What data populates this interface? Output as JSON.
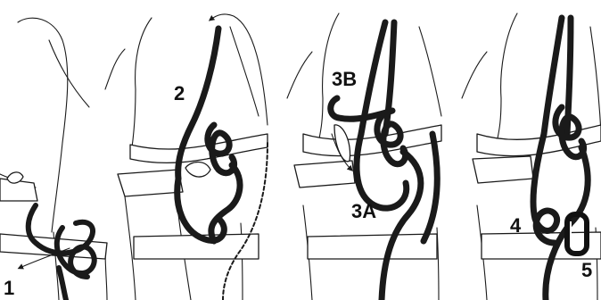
{
  "colors": {
    "ink": "#1a1a1a",
    "paper": "#ffffff",
    "rope_fill": "#ffffff"
  },
  "panels": [
    {
      "id": "panel-1",
      "step_labels": [
        "1"
      ]
    },
    {
      "id": "panel-2",
      "step_labels": [
        "2"
      ]
    },
    {
      "id": "panel-3",
      "step_labels": [
        "3B",
        "3A"
      ]
    },
    {
      "id": "panel-4",
      "step_labels": [
        "4",
        "5"
      ]
    }
  ],
  "icons": [
    "direction-arrow",
    "carabiner-icon",
    "figure-eight-knot"
  ]
}
